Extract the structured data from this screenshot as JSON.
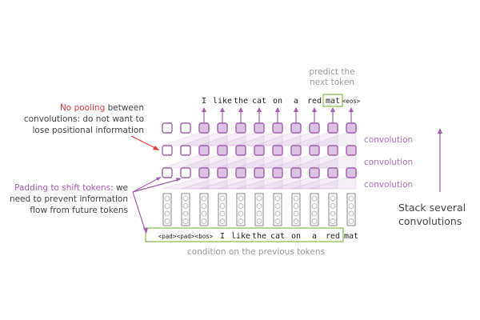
{
  "annotations": {
    "no_pooling": {
      "highlight": "No pooling",
      "rest_line1": " between",
      "line2": "convolutions: do not want to",
      "line3": "lose positional information"
    },
    "padding": {
      "highlight": "Padding to shift tokens",
      "rest_line1": ": we",
      "line2": "need to prevent information",
      "line3": "flow from future tokens"
    },
    "predict": {
      "line1": "predict the",
      "line2": "next token"
    },
    "condition": "condition on the previous tokens",
    "stack": {
      "line1": "Stack several",
      "line2": "convolutions"
    }
  },
  "layers": [
    {
      "label": "convolution"
    },
    {
      "label": "convolution"
    },
    {
      "label": "convolution"
    }
  ],
  "output_tokens": [
    "I",
    "like",
    "the",
    "cat",
    "on",
    "a",
    "red",
    "mat",
    "<eos>"
  ],
  "highlighted_output": "mat",
  "input_tokens": [
    "<pad>",
    "<pad>",
    "<bos>",
    "I",
    "like",
    "the",
    "cat",
    "on",
    "a",
    "red",
    "mat"
  ],
  "padding_count": 2,
  "colors": {
    "purple": "#a45bb0",
    "purple_fill": "#dcc3e3",
    "red": "#e0393e",
    "green": "#8cc152",
    "gray": "#888888"
  }
}
